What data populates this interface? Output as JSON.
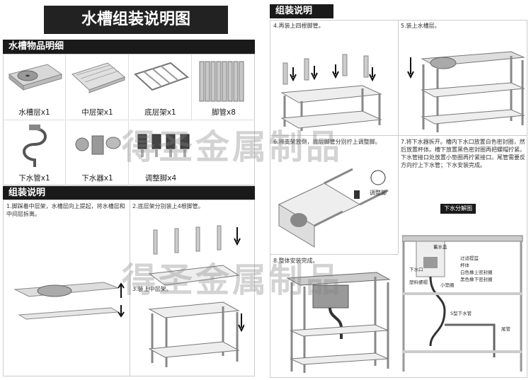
{
  "title": "水槽组装说明图",
  "parts_header": "水槽物品明细",
  "parts": [
    {
      "label": "水槽层x1"
    },
    {
      "label": "中层架x1"
    },
    {
      "label": "底层架x1"
    },
    {
      "label": "脚管x8"
    },
    {
      "label": "下水管x1"
    },
    {
      "label": "下水器x1"
    },
    {
      "label": "调整脚x4"
    }
  ],
  "assembly_header_left": "组装说明",
  "assembly_header_right": "组装说明",
  "steps": {
    "s1": "1.脚踩着中层架，水槽层向上提起，将水槽层和中间层拆离。",
    "s2": "2.底层架分别装上4根脚管。",
    "s3": "3.装上中层架。",
    "s4": "4.再装上四根脚管。",
    "s5": "5.装上水槽层。",
    "s6": "6.将支架放倒，底层脚管分别拧上调整脚。",
    "s7": "7.将下水器拆开。槽内下水口放置白色密封圈，然后放置杯体。槽下放置黑色密封圈再把螺帽拧紧。下水管接口处放置小垫圈再拧紧接口。尾管需要反方向拧上下水管；下水安装完成。",
    "s8": "8.整体安装完成。"
  },
  "adjust_foot_label": "调整脚",
  "drain_diagram": {
    "title": "下水分解图",
    "labels": [
      "蓄水盖",
      "过滤提篮",
      "杯体",
      "白色橡上密封圈",
      "黑色橡下密封圈",
      "下水口",
      "塑料螺帽",
      "小垫圈",
      "S型下水管",
      "尾管"
    ]
  },
  "watermark": "得圣金属制品"
}
